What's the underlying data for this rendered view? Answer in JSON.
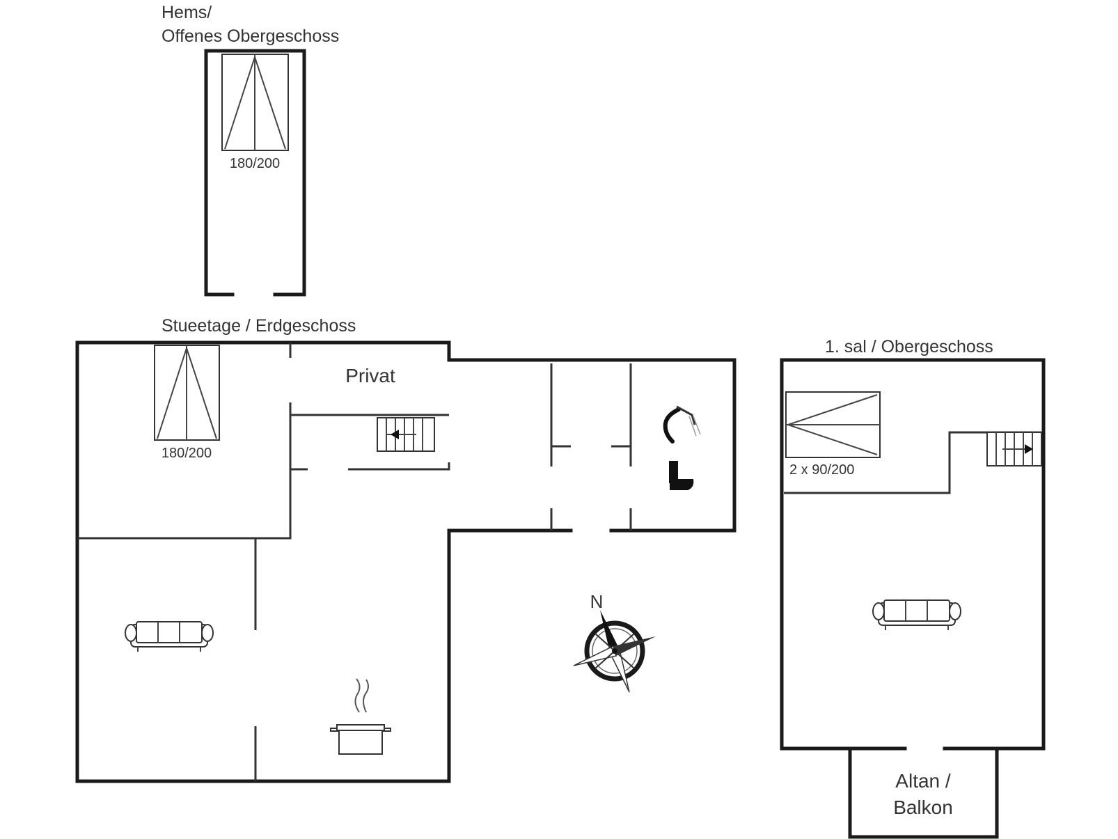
{
  "floors": {
    "loft": {
      "title_line1": "Hems/",
      "title_line2": "Offenes Obergeschoss",
      "bed_label": "180/200"
    },
    "ground": {
      "title": "Stueetage / Erdgeschoss",
      "private_room": "Privat",
      "bed_label": "180/200"
    },
    "upper": {
      "title": "1. sal / Obergeschoss",
      "bed_label": "2 x 90/200",
      "balcony_line1": "Altan /",
      "balcony_line2": "Balkon"
    }
  },
  "compass": {
    "north_label": "N"
  },
  "icons": [
    "bed-icon",
    "stairs-icon",
    "shower-icon",
    "toilet-icon",
    "sofa-icon",
    "cooking-pot-icon",
    "compass-icon"
  ]
}
